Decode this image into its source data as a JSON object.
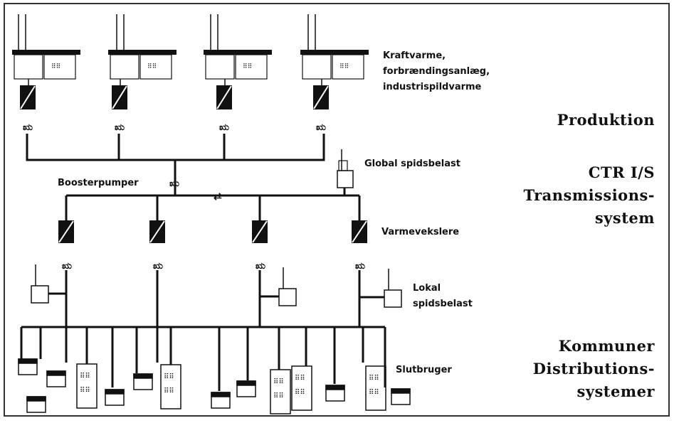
{
  "labels": {
    "plants": [
      "Kraftvarme,",
      "forbrændingsanlæg,",
      "industrispildvarme"
    ],
    "global_peak": "Global spidsbelast",
    "booster": "Boosterpumper",
    "exchangers": "Varmevekslere",
    "local_peak": [
      "Lokal",
      "spidsbelast"
    ],
    "consumers": "Slutbruger"
  },
  "sections": {
    "production": [
      "Produktion"
    ],
    "transmission": [
      "CTR I/S",
      "Transmissions-",
      "system"
    ],
    "distribution": [
      "Kommuner",
      "Distributions-",
      "systemer"
    ]
  },
  "colors": {
    "line": "#111111",
    "background": "#ffffff",
    "frame": "#333333"
  }
}
